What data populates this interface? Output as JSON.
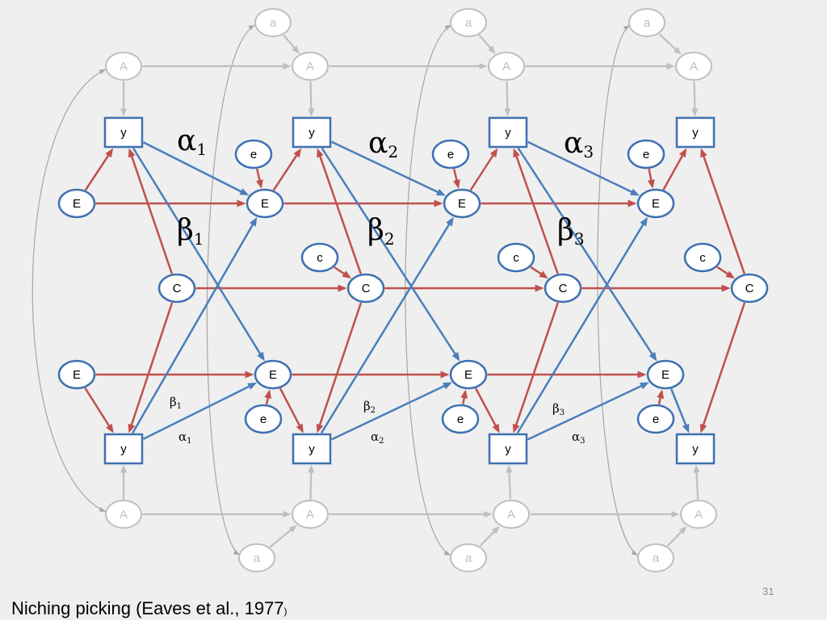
{
  "slide": {
    "page_number": "31",
    "caption": "Niching picking (Eaves et al., 1977",
    "caption_tail": ")"
  },
  "colors": {
    "background": "#efefef",
    "red": "#c0504d",
    "blue": "#4a7ebb",
    "gray": "#bfbfbf",
    "curve": "#a6a6a6",
    "node_outline": "#3e70b2",
    "node_fill": "#ffffff",
    "text": "#000000"
  },
  "diagram": {
    "nodes": [
      {
        "label": "a",
        "shape": "ellipse",
        "color": "gray"
      },
      {
        "label": "a",
        "shape": "ellipse",
        "color": "gray"
      },
      {
        "label": "a",
        "shape": "ellipse",
        "color": "gray"
      },
      {
        "label": "A",
        "shape": "ellipse",
        "color": "gray"
      },
      {
        "label": "A",
        "shape": "ellipse",
        "color": "gray"
      },
      {
        "label": "A",
        "shape": "ellipse",
        "color": "gray"
      },
      {
        "label": "A",
        "shape": "ellipse",
        "color": "gray"
      },
      {
        "label": "y",
        "shape": "box",
        "color": "blue"
      },
      {
        "label": "y",
        "shape": "box",
        "color": "blue"
      },
      {
        "label": "y",
        "shape": "box",
        "color": "blue"
      },
      {
        "label": "y",
        "shape": "box",
        "color": "blue"
      },
      {
        "label": "e",
        "shape": "ellipse",
        "color": "blue"
      },
      {
        "label": "e",
        "shape": "ellipse",
        "color": "blue"
      },
      {
        "label": "e",
        "shape": "ellipse",
        "color": "blue"
      },
      {
        "label": "E",
        "shape": "ellipse",
        "color": "blue"
      },
      {
        "label": "E",
        "shape": "ellipse",
        "color": "blue"
      },
      {
        "label": "E",
        "shape": "ellipse",
        "color": "blue"
      },
      {
        "label": "E",
        "shape": "ellipse",
        "color": "blue"
      },
      {
        "label": "c",
        "shape": "ellipse",
        "color": "blue"
      },
      {
        "label": "c",
        "shape": "ellipse",
        "color": "blue"
      },
      {
        "label": "c",
        "shape": "ellipse",
        "color": "blue"
      },
      {
        "label": "C",
        "shape": "ellipse",
        "color": "blue"
      },
      {
        "label": "C",
        "shape": "ellipse",
        "color": "blue"
      },
      {
        "label": "C",
        "shape": "ellipse",
        "color": "blue"
      },
      {
        "label": "C",
        "shape": "ellipse",
        "color": "blue"
      },
      {
        "label": "E",
        "shape": "ellipse",
        "color": "blue"
      },
      {
        "label": "E",
        "shape": "ellipse",
        "color": "blue"
      },
      {
        "label": "E",
        "shape": "ellipse",
        "color": "blue"
      },
      {
        "label": "E",
        "shape": "ellipse",
        "color": "blue"
      },
      {
        "label": "e",
        "shape": "ellipse",
        "color": "blue"
      },
      {
        "label": "e",
        "shape": "ellipse",
        "color": "blue"
      },
      {
        "label": "e",
        "shape": "ellipse",
        "color": "blue"
      },
      {
        "label": "y",
        "shape": "box",
        "color": "blue"
      },
      {
        "label": "y",
        "shape": "box",
        "color": "blue"
      },
      {
        "label": "y",
        "shape": "box",
        "color": "blue"
      },
      {
        "label": "y",
        "shape": "box",
        "color": "blue"
      },
      {
        "label": "A",
        "shape": "ellipse",
        "color": "gray"
      },
      {
        "label": "A",
        "shape": "ellipse",
        "color": "gray"
      },
      {
        "label": "A",
        "shape": "ellipse",
        "color": "gray"
      },
      {
        "label": "A",
        "shape": "ellipse",
        "color": "gray"
      },
      {
        "label": "a",
        "shape": "ellipse",
        "color": "gray"
      },
      {
        "label": "a",
        "shape": "ellipse",
        "color": "gray"
      },
      {
        "label": "a",
        "shape": "ellipse",
        "color": "gray"
      }
    ],
    "edges": [
      {
        "from": 3,
        "to": 4,
        "color": "gray"
      },
      {
        "from": 4,
        "to": 5,
        "color": "gray"
      },
      {
        "from": 5,
        "to": 6,
        "color": "gray"
      },
      {
        "from": 0,
        "to": 4,
        "color": "gray"
      },
      {
        "from": 1,
        "to": 5,
        "color": "gray"
      },
      {
        "from": 2,
        "to": 6,
        "color": "gray"
      },
      {
        "from": 3,
        "to": 7,
        "color": "gray"
      },
      {
        "from": 4,
        "to": 8,
        "color": "gray"
      },
      {
        "from": 5,
        "to": 9,
        "color": "gray"
      },
      {
        "from": 6,
        "to": 10,
        "color": "gray"
      },
      {
        "from": 36,
        "to": 37,
        "color": "gray"
      },
      {
        "from": 37,
        "to": 38,
        "color": "gray"
      },
      {
        "from": 38,
        "to": 39,
        "color": "gray"
      },
      {
        "from": 40,
        "to": 37,
        "color": "gray"
      },
      {
        "from": 41,
        "to": 38,
        "color": "gray"
      },
      {
        "from": 42,
        "to": 39,
        "color": "gray"
      },
      {
        "from": 36,
        "to": 32,
        "color": "gray"
      },
      {
        "from": 37,
        "to": 33,
        "color": "gray"
      },
      {
        "from": 38,
        "to": 34,
        "color": "gray"
      },
      {
        "from": 39,
        "to": 35,
        "color": "gray"
      },
      {
        "from": 3,
        "to": 36,
        "color": "gray",
        "curved": true,
        "two_headed": true
      },
      {
        "from": 0,
        "to": 40,
        "color": "gray",
        "curved": true,
        "two_headed": true
      },
      {
        "from": 1,
        "to": 41,
        "color": "gray",
        "curved": true,
        "two_headed": true
      },
      {
        "from": 2,
        "to": 42,
        "color": "gray",
        "curved": true,
        "two_headed": true
      },
      {
        "from": 14,
        "to": 7,
        "color": "red"
      },
      {
        "from": 14,
        "to": 15,
        "color": "red"
      },
      {
        "from": 21,
        "to": 7,
        "color": "red"
      },
      {
        "from": 21,
        "to": 32,
        "color": "red"
      },
      {
        "from": 21,
        "to": 22,
        "color": "red"
      },
      {
        "from": 11,
        "to": 15,
        "color": "red"
      },
      {
        "from": 15,
        "to": 8,
        "color": "red"
      },
      {
        "from": 15,
        "to": 16,
        "color": "red"
      },
      {
        "from": 22,
        "to": 8,
        "color": "red"
      },
      {
        "from": 22,
        "to": 33,
        "color": "red"
      },
      {
        "from": 22,
        "to": 23,
        "color": "red"
      },
      {
        "from": 18,
        "to": 22,
        "color": "red"
      },
      {
        "from": 12,
        "to": 16,
        "color": "red"
      },
      {
        "from": 16,
        "to": 9,
        "color": "red"
      },
      {
        "from": 16,
        "to": 17,
        "color": "red"
      },
      {
        "from": 23,
        "to": 9,
        "color": "red"
      },
      {
        "from": 23,
        "to": 34,
        "color": "red"
      },
      {
        "from": 23,
        "to": 24,
        "color": "red"
      },
      {
        "from": 19,
        "to": 23,
        "color": "red"
      },
      {
        "from": 13,
        "to": 17,
        "color": "red"
      },
      {
        "from": 17,
        "to": 10,
        "color": "red"
      },
      {
        "from": 24,
        "to": 10,
        "color": "red"
      },
      {
        "from": 24,
        "to": 35,
        "color": "red"
      },
      {
        "from": 20,
        "to": 24,
        "color": "red"
      },
      {
        "from": 25,
        "to": 26,
        "color": "red"
      },
      {
        "from": 25,
        "to": 32,
        "color": "red"
      },
      {
        "from": 29,
        "to": 26,
        "color": "red"
      },
      {
        "from": 26,
        "to": 33,
        "color": "red"
      },
      {
        "from": 26,
        "to": 27,
        "color": "red"
      },
      {
        "from": 30,
        "to": 27,
        "color": "red"
      },
      {
        "from": 27,
        "to": 34,
        "color": "red"
      },
      {
        "from": 27,
        "to": 28,
        "color": "red"
      },
      {
        "from": 31,
        "to": 28,
        "color": "red"
      },
      {
        "from": 28,
        "to": 35,
        "color": "blue"
      },
      {
        "from": 7,
        "to": 15,
        "color": "blue",
        "label": {
          "symbol": "α",
          "sub": "1"
        }
      },
      {
        "from": 7,
        "to": 26,
        "color": "blue",
        "label": {
          "symbol": "β",
          "sub": "1"
        }
      },
      {
        "from": 8,
        "to": 16,
        "color": "blue",
        "label": {
          "symbol": "α",
          "sub": "2"
        }
      },
      {
        "from": 8,
        "to": 27,
        "color": "blue",
        "label": {
          "symbol": "β",
          "sub": "2"
        }
      },
      {
        "from": 9,
        "to": 17,
        "color": "blue",
        "label": {
          "symbol": "α",
          "sub": "3"
        }
      },
      {
        "from": 9,
        "to": 28,
        "color": "blue",
        "label": {
          "symbol": "β",
          "sub": "3"
        }
      },
      {
        "from": 32,
        "to": 15,
        "color": "blue",
        "label": {
          "symbol": "β",
          "sub": "1"
        }
      },
      {
        "from": 32,
        "to": 26,
        "color": "blue",
        "label": {
          "symbol": "α",
          "sub": "1"
        }
      },
      {
        "from": 33,
        "to": 16,
        "color": "blue",
        "label": {
          "symbol": "β",
          "sub": "2"
        }
      },
      {
        "from": 33,
        "to": 27,
        "color": "blue",
        "label": {
          "symbol": "α",
          "sub": "2"
        }
      },
      {
        "from": 34,
        "to": 17,
        "color": "blue",
        "label": {
          "symbol": "β",
          "sub": "3"
        }
      },
      {
        "from": 34,
        "to": 28,
        "color": "blue",
        "label": {
          "symbol": "α",
          "sub": "3"
        }
      }
    ]
  }
}
